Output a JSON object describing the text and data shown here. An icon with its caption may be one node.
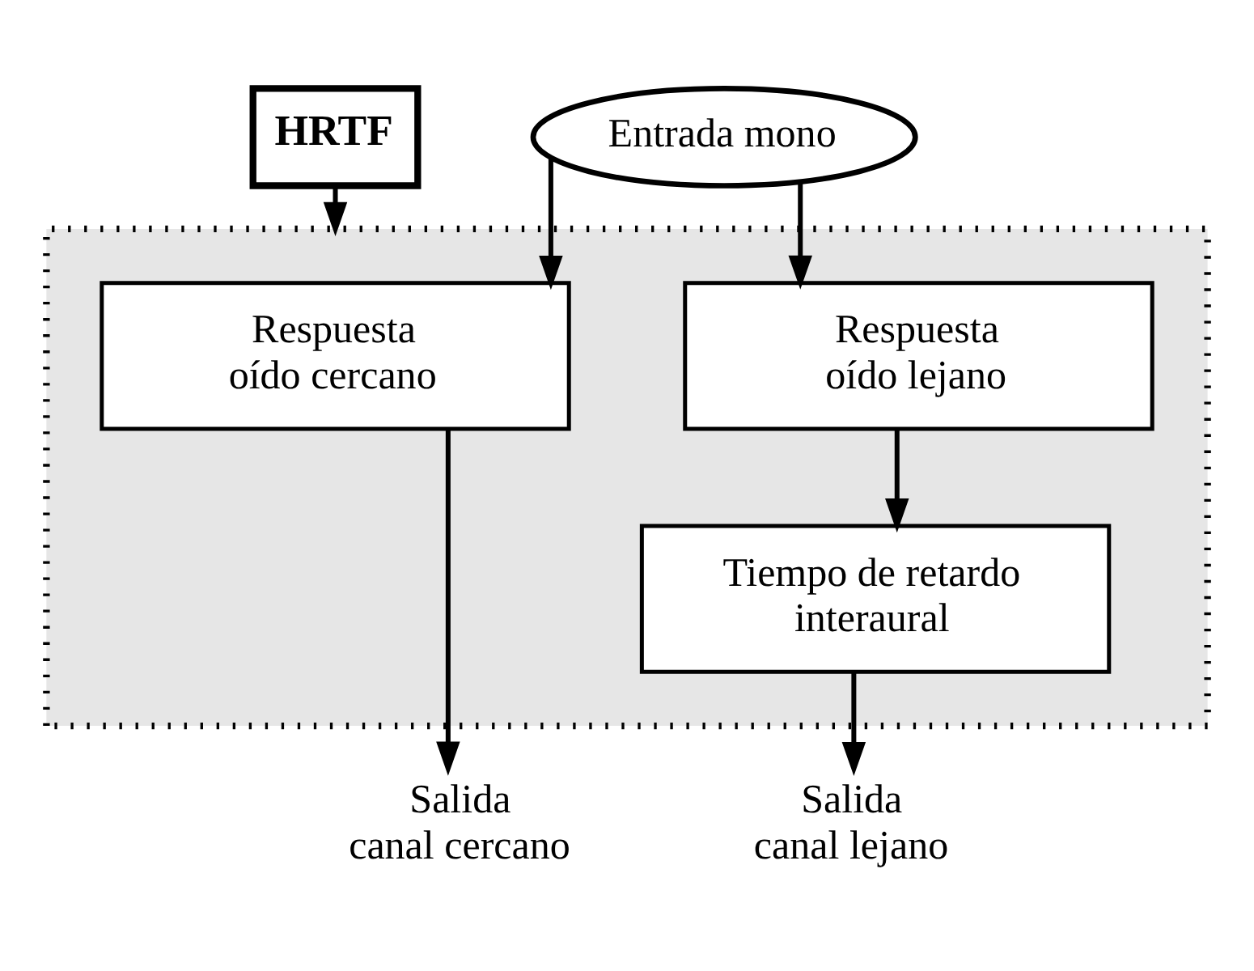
{
  "diagram": {
    "nodes": [
      {
        "text": [
          "HRTF"
        ]
      },
      {
        "text": [
          "Entrada mono"
        ]
      },
      {
        "text": [],
        "shape": "box"
      },
      {
        "text": [
          "Respuesta oído cercano"
        ],
        "in": 2
      },
      {
        "text": [
          "Respuesta oído lejano"
        ],
        "in": 2
      },
      {
        "text": [
          "Tiempo de retardo interaural"
        ],
        "in": 2
      },
      {
        "text": [
          "Salida canal cercano"
        ]
      },
      {
        "text": [
          "Salida canal lejano"
        ]
      }
    ],
    "edges": [
      {
        "from": 0,
        "to": 2,
        "arrow": "to"
      },
      {
        "from": 1,
        "to": 3,
        "arrow": "to"
      },
      {
        "from": 1,
        "to": 4,
        "arrow": "to"
      },
      {
        "from": 4,
        "to": 5,
        "arrow": "to"
      },
      {
        "from": 3,
        "to": 6,
        "arrow": "to"
      },
      {
        "from": 5,
        "to": 7,
        "arrow": "to"
      }
    ]
  }
}
